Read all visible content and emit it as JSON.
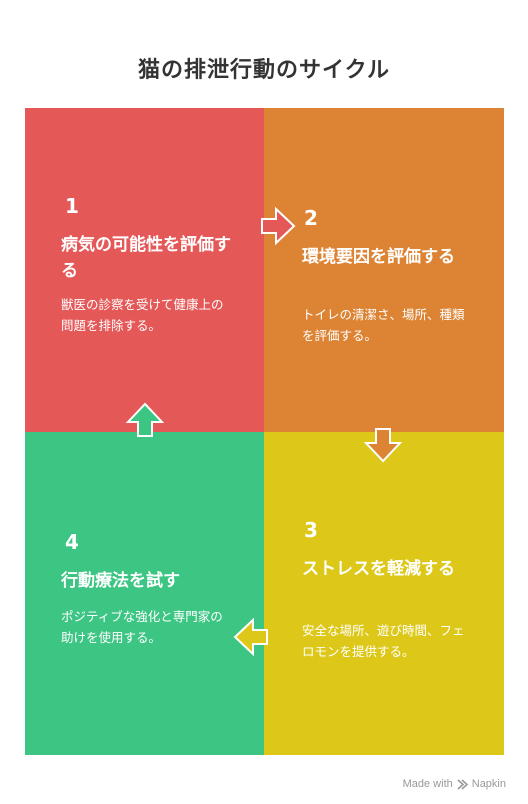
{
  "title": "猫の排泄行動のサイクル",
  "colors": {
    "step1": "#e45858",
    "step2": "#dd8434",
    "step3": "#ddc81a",
    "step4": "#3cc583"
  },
  "steps": [
    {
      "number": "1",
      "heading": "病気の可能性を評価する",
      "description": "獣医の診察を受けて健康上の問題を排除する。"
    },
    {
      "number": "2",
      "heading": "環境要因を評価する",
      "description": "トイレの清潔さ、場所、種類を評価する。"
    },
    {
      "number": "3",
      "heading": "ストレスを軽減する",
      "description": "安全な場所、遊び時間、フェロモンを提供する。"
    },
    {
      "number": "4",
      "heading": "行動療法を試す",
      "description": "ポジティブな強化と専門家の助けを使用する。"
    }
  ],
  "footer": {
    "made_with": "Made with",
    "brand": "Napkin"
  }
}
